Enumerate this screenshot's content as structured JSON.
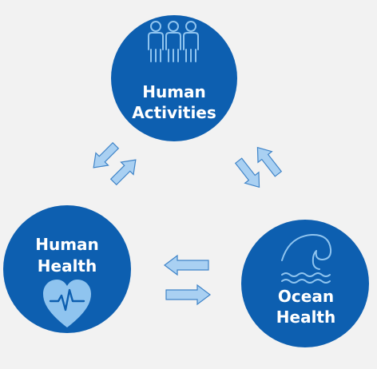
{
  "colors": {
    "background": "#f2f2f2",
    "node_fill": "#0d5fb0",
    "node_text": "#ffffff",
    "icon_stroke": "#8fc4ef",
    "arrow_fill": "#a9d0f2",
    "arrow_stroke": "#3f84c8"
  },
  "nodes": {
    "human_activities": {
      "line1": "Human",
      "line2": "Activities",
      "icon": "people-icon"
    },
    "human_health": {
      "line1": "Human",
      "line2": "Health",
      "icon": "heart-pulse-icon"
    },
    "ocean_health": {
      "line1": "Ocean",
      "line2": "Health",
      "icon": "ocean-wave-icon"
    }
  },
  "arrows": [
    "activities-to-human-health",
    "human-health-to-activities",
    "activities-to-ocean-health",
    "ocean-health-to-activities",
    "ocean-health-to-human-health",
    "human-health-to-ocean-health"
  ]
}
